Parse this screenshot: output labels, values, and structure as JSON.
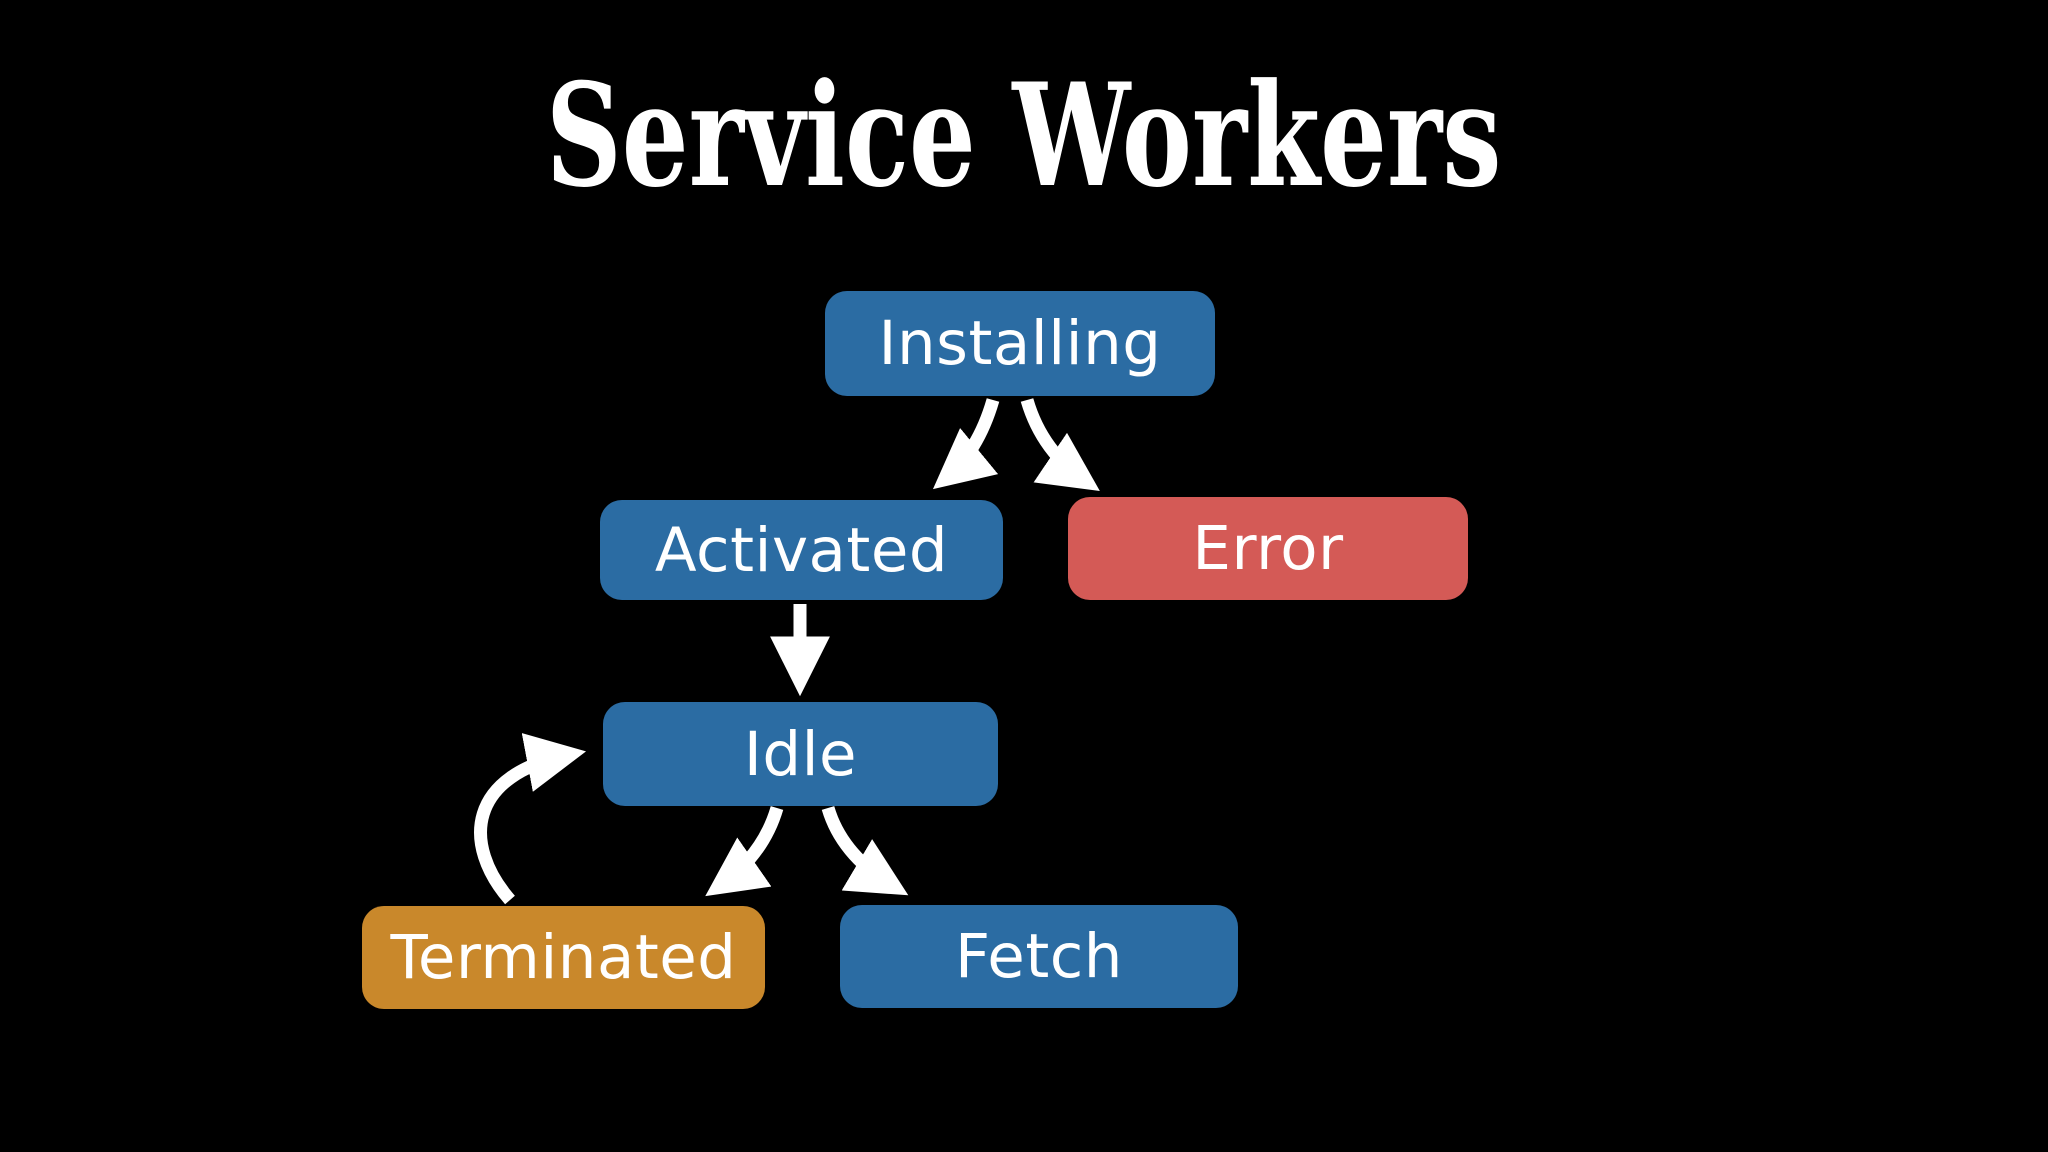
{
  "title": "Service Workers",
  "colors": {
    "background": "#000000",
    "state_blue": "#2b6ca3",
    "error_red": "#d45a56",
    "terminated_orange": "#c9882b",
    "arrow_white": "#ffffff",
    "label_white": "#ffffff"
  },
  "diagram": {
    "nodes": {
      "installing": {
        "label": "Installing",
        "color": "#2b6ca3"
      },
      "activated": {
        "label": "Activated",
        "color": "#2b6ca3"
      },
      "error": {
        "label": "Error",
        "color": "#d45a56"
      },
      "idle": {
        "label": "Idle",
        "color": "#2b6ca3"
      },
      "terminated": {
        "label": "Terminated",
        "color": "#c9882b"
      },
      "fetch": {
        "label": "Fetch",
        "color": "#2b6ca3"
      }
    },
    "edges": [
      {
        "from": "installing",
        "to": "activated"
      },
      {
        "from": "installing",
        "to": "error"
      },
      {
        "from": "activated",
        "to": "idle"
      },
      {
        "from": "idle",
        "to": "terminated"
      },
      {
        "from": "idle",
        "to": "fetch"
      },
      {
        "from": "terminated",
        "to": "idle"
      }
    ]
  }
}
